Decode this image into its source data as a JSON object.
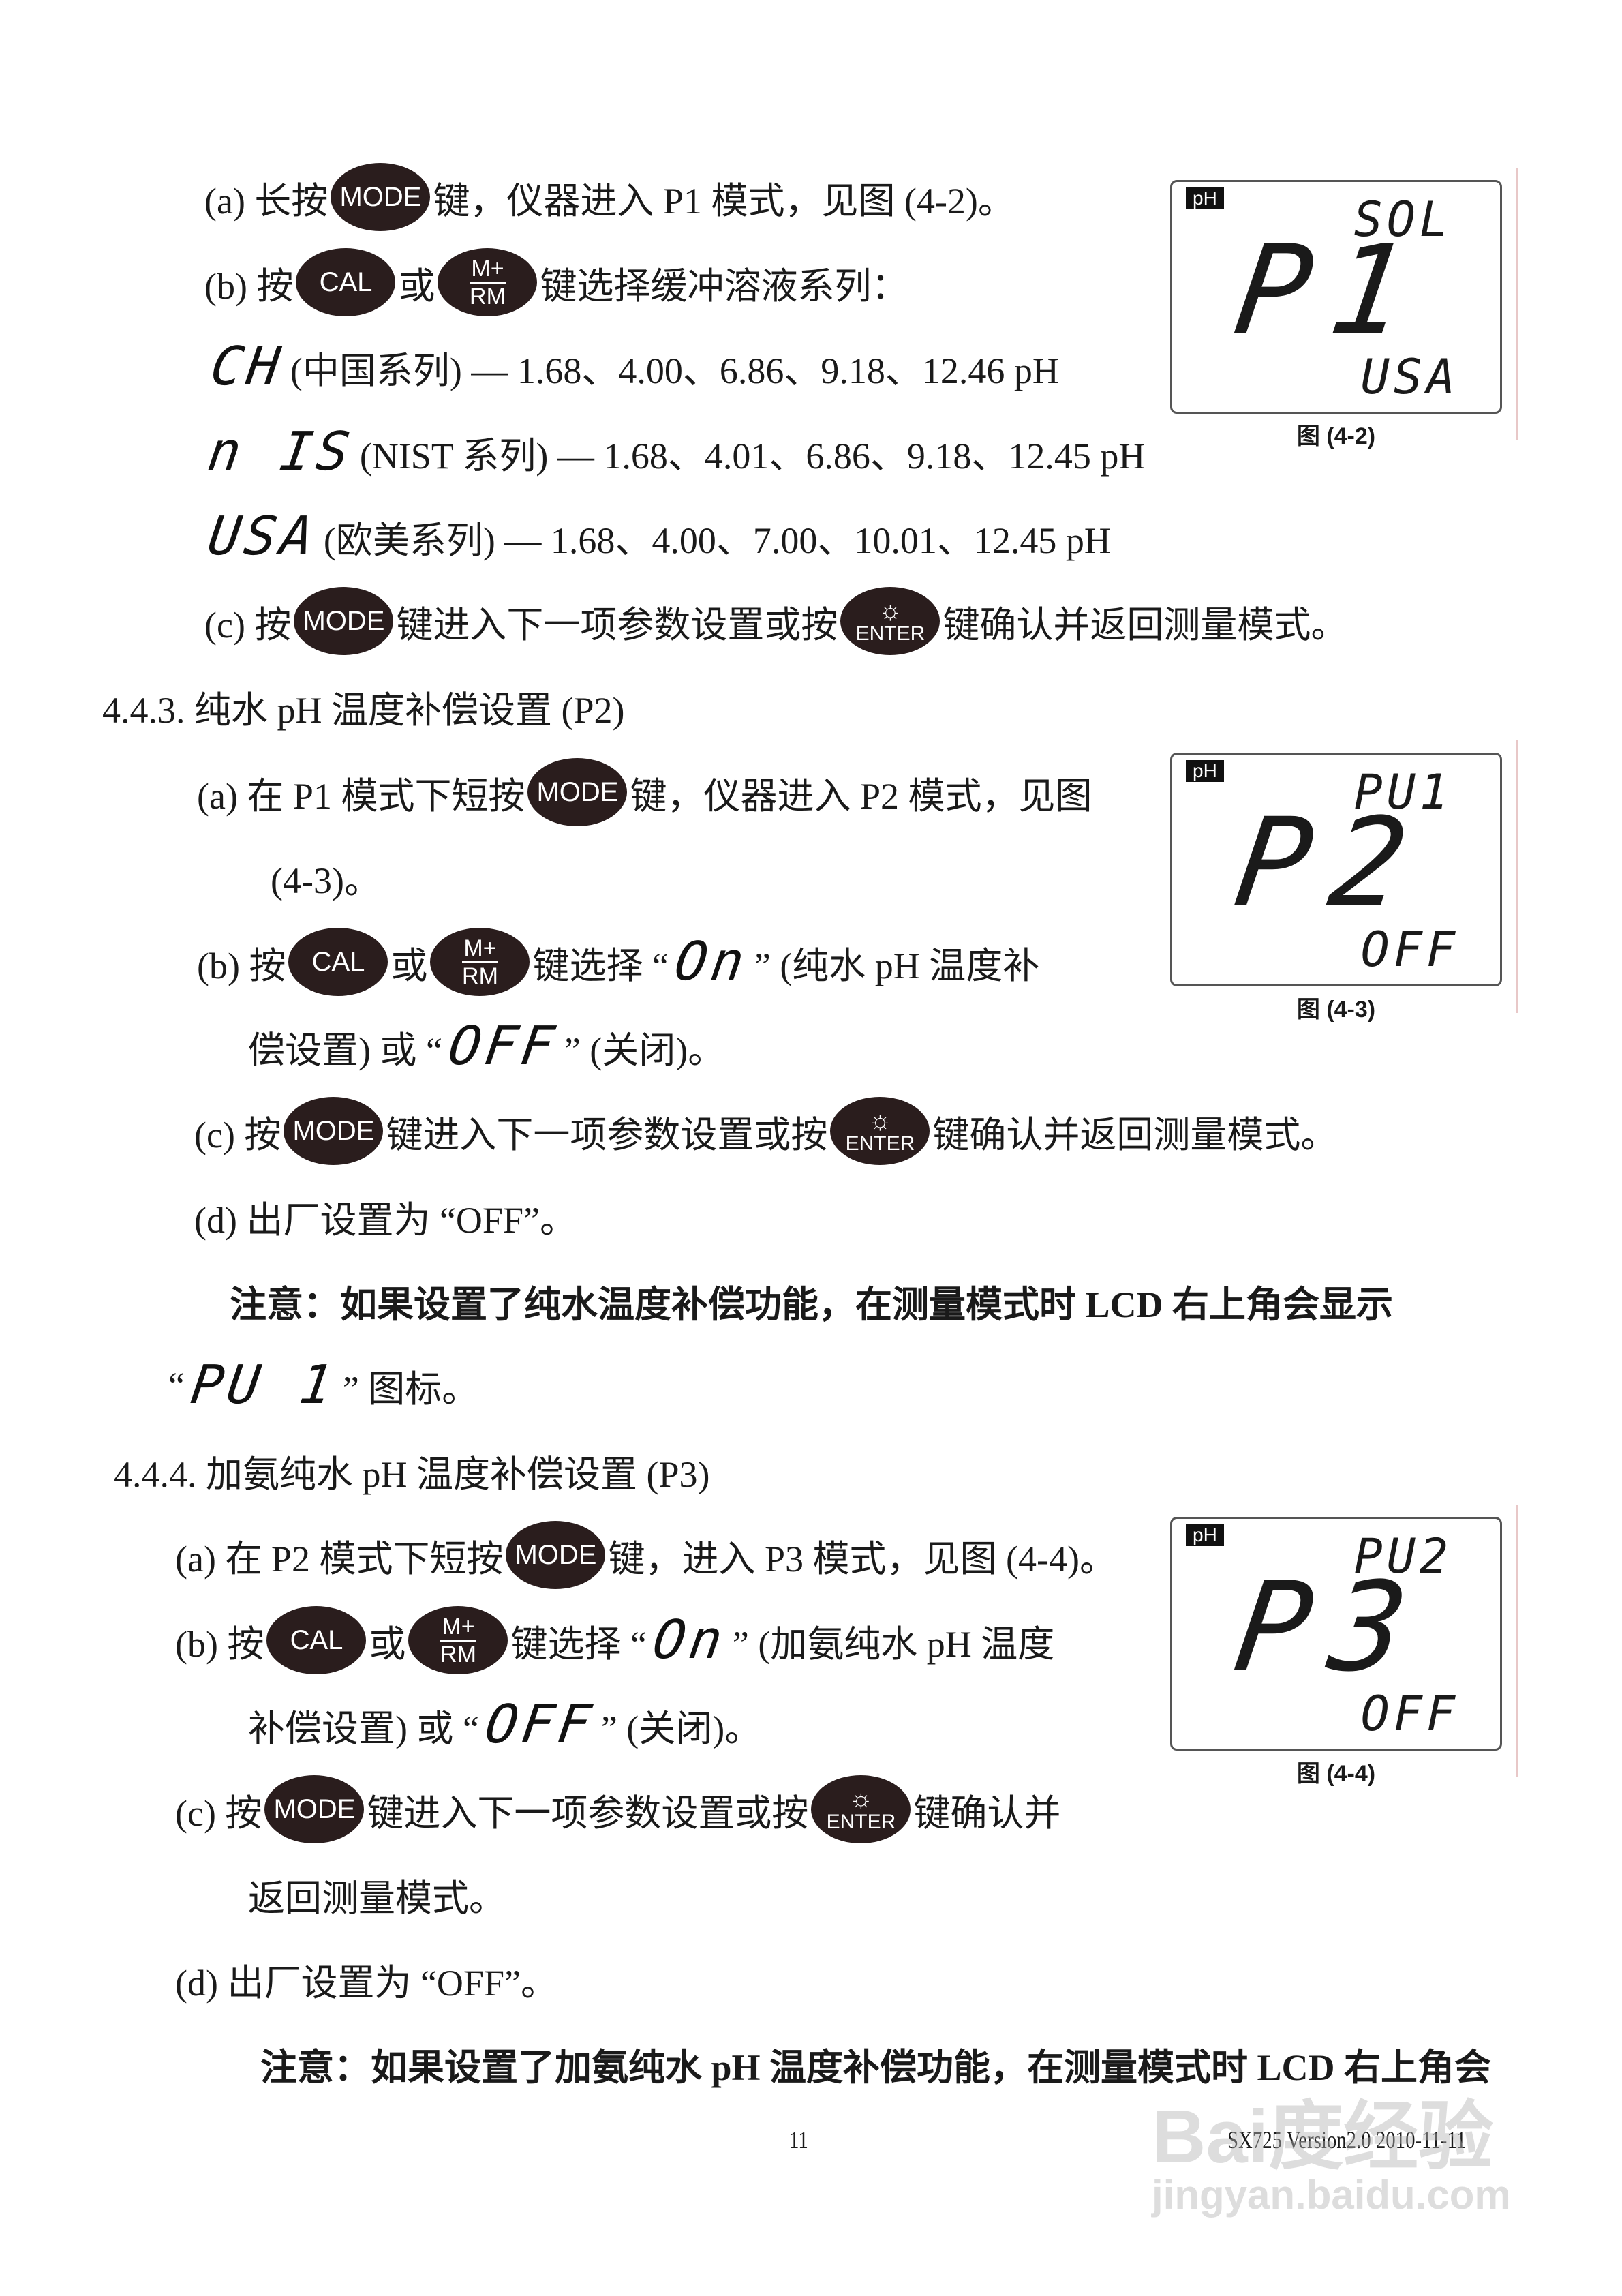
{
  "lines": [
    {
      "segs": [
        {
          "t": "text",
          "v": "(a) 长按"
        },
        {
          "t": "btn",
          "v": "MODE"
        },
        {
          "t": "text",
          "v": "键，仪器进入 P1 模式，见图 (4-2)。"
        }
      ]
    },
    {
      "segs": [
        {
          "t": "text",
          "v": "(b) 按"
        },
        {
          "t": "btn",
          "v": "CAL"
        },
        {
          "t": "text",
          "v": "或"
        },
        {
          "t": "btn2",
          "v": "M+",
          "v2": "RM"
        },
        {
          "t": "text",
          "v": "键选择缓冲溶液系列："
        }
      ]
    },
    {
      "segs": [
        {
          "t": "seg",
          "v": "CH"
        },
        {
          "t": "text",
          "v": "(中国系列) — 1.68、4.00、6.86、9.18、12.46 pH"
        }
      ]
    },
    {
      "segs": [
        {
          "t": "seg",
          "v": "n IS"
        },
        {
          "t": "text",
          "v": "(NIST 系列) — 1.68、4.01、6.86、9.18、12.45 pH"
        }
      ]
    },
    {
      "segs": [
        {
          "t": "seg",
          "v": "USA"
        },
        {
          "t": "text",
          "v": "(欧美系列) — 1.68、4.00、7.00、10.01、12.45 pH"
        }
      ]
    },
    {
      "segs": [
        {
          "t": "text",
          "v": "(c) 按"
        },
        {
          "t": "btn",
          "v": "MODE"
        },
        {
          "t": "text",
          "v": "键进入下一项参数设置或按"
        },
        {
          "t": "enter",
          "v": "ENTER"
        },
        {
          "t": "text",
          "v": "键确认并返回测量模式。"
        }
      ]
    },
    {
      "segs": [
        {
          "t": "text",
          "v": "4.4.3. 纯水 pH 温度补偿设置 (P2)"
        }
      ]
    },
    {
      "segs": [
        {
          "t": "text",
          "v": "(a) 在 P1 模式下短按"
        },
        {
          "t": "btn",
          "v": "MODE"
        },
        {
          "t": "text",
          "v": "键，仪器进入 P2 模式，见图"
        }
      ]
    },
    {
      "segs": [
        {
          "t": "text",
          "v": "(4-3)。"
        }
      ]
    },
    {
      "segs": [
        {
          "t": "text",
          "v": "(b) 按"
        },
        {
          "t": "btn",
          "v": "CAL"
        },
        {
          "t": "text",
          "v": "或"
        },
        {
          "t": "btn2",
          "v": "M+",
          "v2": "RM"
        },
        {
          "t": "text",
          "v": "键选择 “"
        },
        {
          "t": "seg",
          "v": "On"
        },
        {
          "t": "text",
          "v": "” (纯水 pH 温度补"
        }
      ]
    },
    {
      "segs": [
        {
          "t": "text",
          "v": "偿设置) 或 “"
        },
        {
          "t": "seg",
          "v": "OFF"
        },
        {
          "t": "text",
          "v": "” (关闭)。"
        }
      ]
    },
    {
      "segs": [
        {
          "t": "text",
          "v": "(c) 按"
        },
        {
          "t": "btn",
          "v": "MODE"
        },
        {
          "t": "text",
          "v": "键进入下一项参数设置或按"
        },
        {
          "t": "enter",
          "v": "ENTER"
        },
        {
          "t": "text",
          "v": "键确认并返回测量模式。"
        }
      ]
    },
    {
      "segs": [
        {
          "t": "text",
          "v": "(d) 出厂设置为 “OFF”。"
        }
      ]
    },
    {
      "segs": [
        {
          "t": "bold",
          "v": "注意：如果设置了纯水温度补偿功能，在测量模式时 LCD 右上角会显示"
        }
      ]
    },
    {
      "segs": [
        {
          "t": "text",
          "v": "“"
        },
        {
          "t": "seg",
          "v": "PU 1"
        },
        {
          "t": "text",
          "v": "” 图标。"
        }
      ]
    },
    {
      "segs": [
        {
          "t": "text",
          "v": "4.4.4. 加氨纯水 pH 温度补偿设置 (P3)"
        }
      ]
    },
    {
      "segs": [
        {
          "t": "text",
          "v": "(a) 在 P2 模式下短按"
        },
        {
          "t": "btn",
          "v": "MODE"
        },
        {
          "t": "text",
          "v": "键，进入 P3 模式，见图 (4-4)。"
        }
      ]
    },
    {
      "segs": [
        {
          "t": "text",
          "v": "(b) 按"
        },
        {
          "t": "btn",
          "v": "CAL"
        },
        {
          "t": "text",
          "v": "或"
        },
        {
          "t": "btn2",
          "v": "M+",
          "v2": "RM"
        },
        {
          "t": "text",
          "v": "键选择 “"
        },
        {
          "t": "seg",
          "v": "On"
        },
        {
          "t": "text",
          "v": "” (加氨纯水 pH 温度"
        }
      ]
    },
    {
      "segs": [
        {
          "t": "text",
          "v": "补偿设置) 或 “"
        },
        {
          "t": "seg",
          "v": "OFF"
        },
        {
          "t": "text",
          "v": "” (关闭)。"
        }
      ]
    },
    {
      "segs": [
        {
          "t": "text",
          "v": "(c) 按"
        },
        {
          "t": "btn",
          "v": "MODE"
        },
        {
          "t": "text",
          "v": "键进入下一项参数设置或按"
        },
        {
          "t": "enter",
          "v": "ENTER"
        },
        {
          "t": "text",
          "v": "键确认并"
        }
      ]
    },
    {
      "segs": [
        {
          "t": "text",
          "v": "返回测量模式。"
        }
      ]
    },
    {
      "segs": [
        {
          "t": "text",
          "v": "(d) 出厂设置为 “OFF”。"
        }
      ]
    },
    {
      "segs": [
        {
          "t": "bold",
          "v": "注意：如果设置了加氨纯水 pH 温度补偿功能，在测量模式时 LCD 右上角会"
        }
      ]
    }
  ],
  "lcds": [
    {
      "badge": "pH",
      "top": "SOL",
      "main": "P1",
      "bottom": "USA",
      "caption": "图 (4-2)"
    },
    {
      "badge": "pH",
      "top": "PU1",
      "main": "P2",
      "bottom": "OFF",
      "caption": "图 (4-3)"
    },
    {
      "badge": "pH",
      "top": "PU2",
      "main": "P3",
      "bottom": "OFF",
      "caption": "图 (4-4)"
    }
  ],
  "footer": {
    "page_number": "11",
    "version": "SX725 Version2.0 2010-11-11"
  },
  "watermark": {
    "brand": "Bai度经验",
    "url": "jingyan.baidu.com"
  },
  "icons": {
    "enter_button": "sun-icon"
  }
}
